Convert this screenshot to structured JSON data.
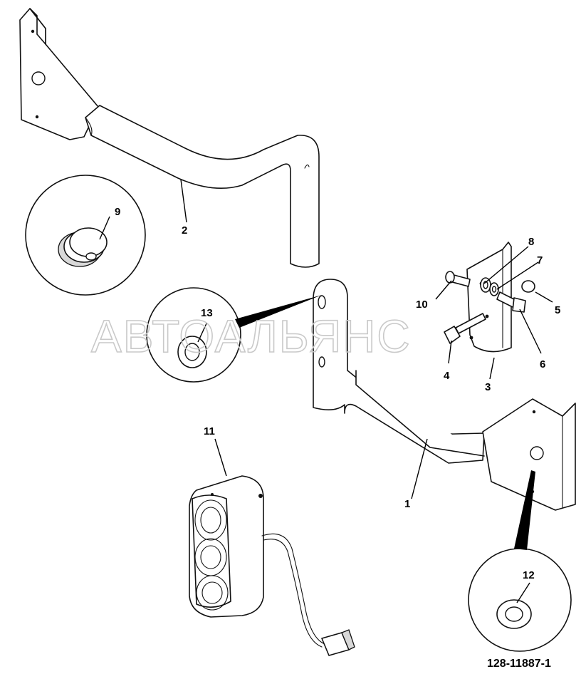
{
  "watermark": "АВТОАЛЬЯНС",
  "document_id": "128-11887-1",
  "callouts": [
    "1",
    "2",
    "3",
    "4",
    "5",
    "6",
    "7",
    "8",
    "9",
    "10",
    "11",
    "12",
    "13"
  ]
}
